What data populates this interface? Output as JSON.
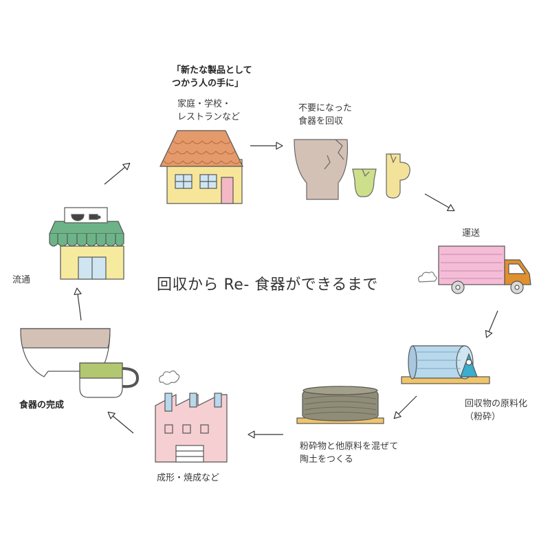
{
  "title": "回収から Re- 食器ができるまで",
  "steps": {
    "home": {
      "heading": [
        "「新たな製品として",
        "つかう人の手に」"
      ],
      "sub": [
        "家庭・学校・",
        "レストランなど"
      ]
    },
    "collect": {
      "label": [
        "不要になった",
        "食器を回収"
      ]
    },
    "transport": {
      "label": "運送"
    },
    "crush": {
      "label": [
        "回収物の原料化",
        "（粉砕）"
      ]
    },
    "clay": {
      "label": [
        "粉砕物と他原料を混ぜて",
        "陶土をつくる"
      ]
    },
    "forming": {
      "label": "成形・焼成など"
    },
    "complete": {
      "label": "食器の完成"
    },
    "distribution": {
      "label": "流通"
    }
  },
  "icons": [
    "house-icon",
    "broken-dishes-icon",
    "truck-icon",
    "ball-mill-icon",
    "clay-pile-icon",
    "factory-icon",
    "tableware-icon",
    "shop-icon"
  ],
  "colors": {
    "house_roof": "#e49a6b",
    "house_wall": "#f7e69a",
    "truck_body": "#f4bcd6",
    "truck_cab": "#e0902e",
    "mill_drum": "#b8d8ec",
    "mill_base": "#f0c46a",
    "clay": "#8f8c78",
    "factory": "#f6cfd2",
    "shop_awning": "#6cb487",
    "shop_wall": "#f6ea9e",
    "cup_green": "#b3c770",
    "bowl_beige": "#d4c1b6"
  }
}
